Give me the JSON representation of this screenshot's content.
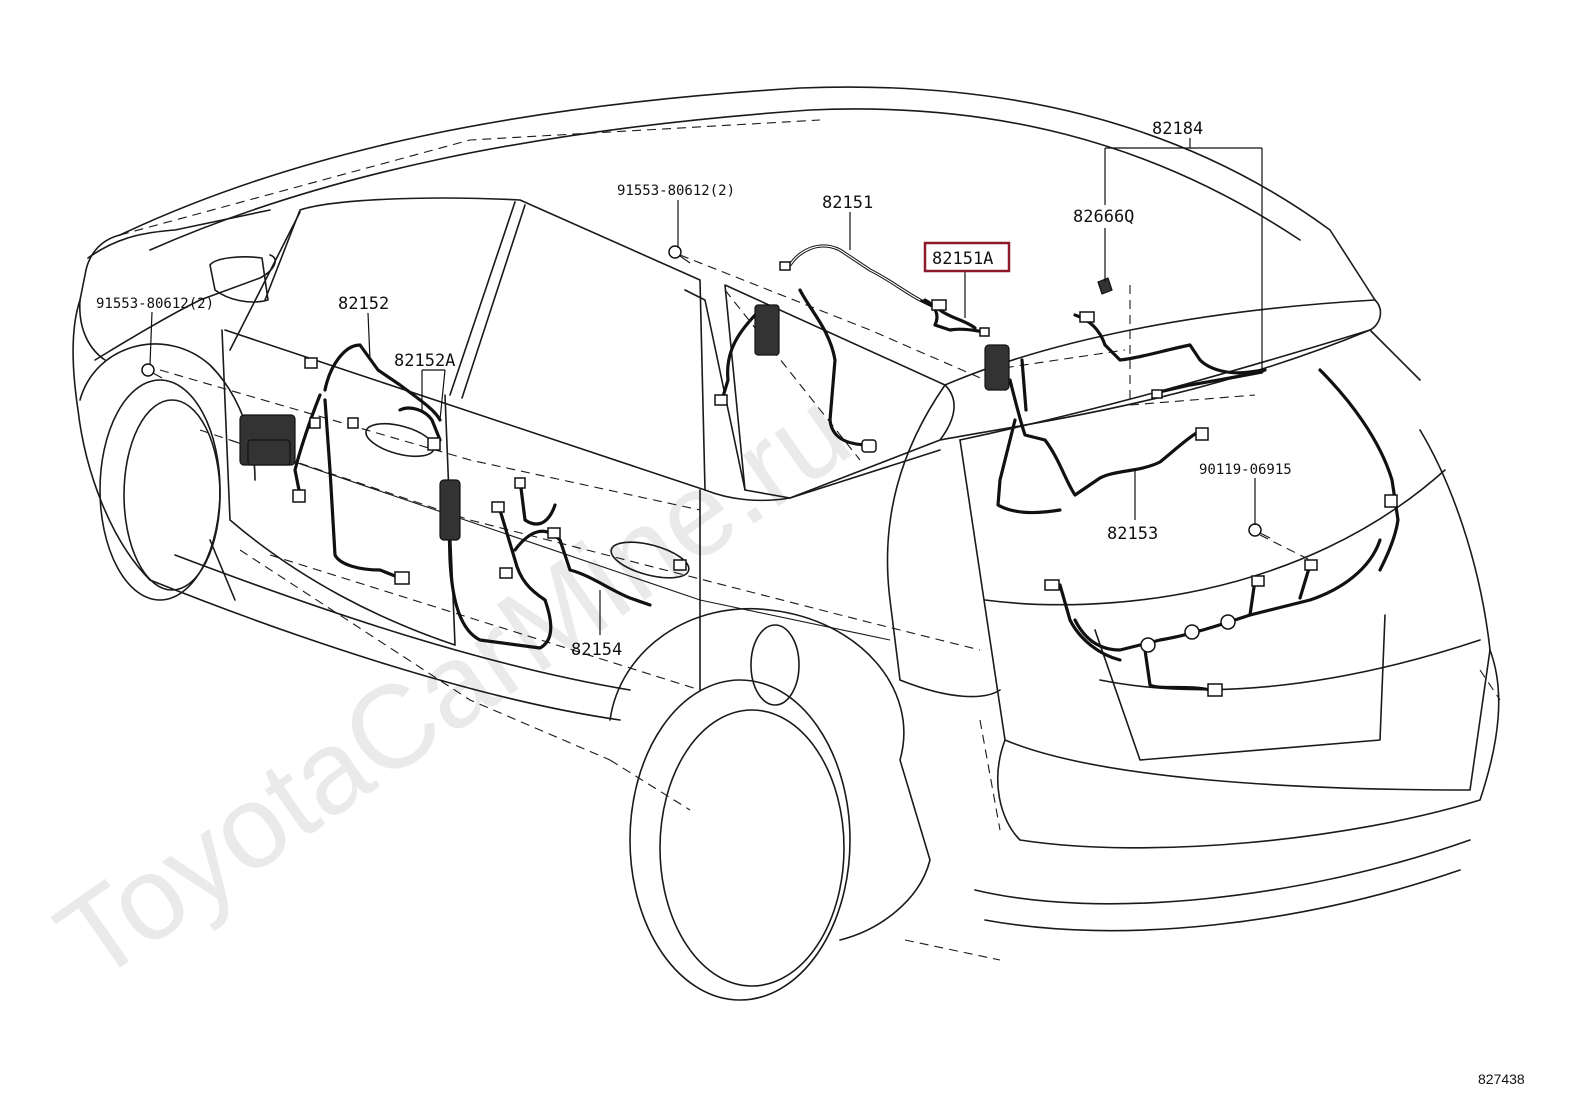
{
  "highlight_color": "#8b1a2b",
  "callouts": {
    "c82184": "82184",
    "c82666Q": "82666Q",
    "c82151": "82151",
    "c82151A": "82151A",
    "c91553_top": "91553-80612(2)",
    "c91553_left": "91553-80612(2)",
    "c82152": "82152",
    "c82152A": "82152A",
    "c82153": "82153",
    "c90119": "90119-06915",
    "c82154": "82154"
  },
  "highlighted_part": "82151A",
  "figure_number": "827438",
  "watermark": "ToyotaCarMine.ru"
}
